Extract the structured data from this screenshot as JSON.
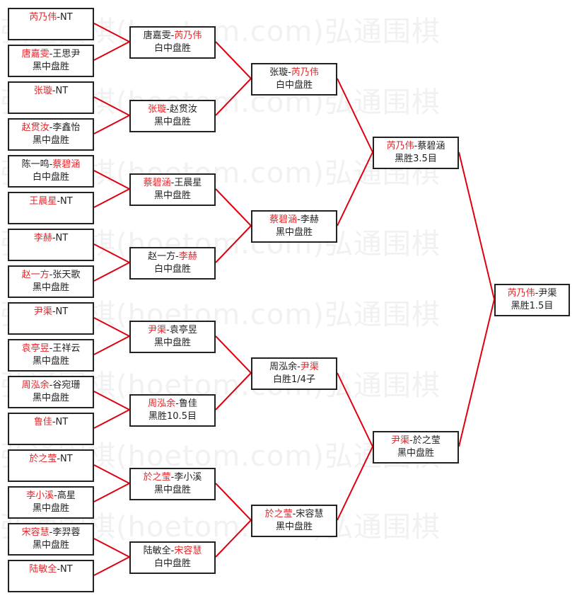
{
  "watermark": "弘通围棋(hoetom.com)弘通围棋",
  "line_color": "#e0000f",
  "highlight_color": "#e0262b",
  "rounds": [
    [
      {
        "line1": [
          {
            "t": "芮乃伟",
            "red": true
          },
          {
            "t": "-NT"
          }
        ],
        "line2": ""
      },
      {
        "line1": [
          {
            "t": "唐嘉雯",
            "red": true
          },
          {
            "t": "-王思尹"
          }
        ],
        "line2": "黑中盘胜"
      },
      {
        "line1": [
          {
            "t": "张璇",
            "red": true
          },
          {
            "t": "-NT"
          }
        ],
        "line2": ""
      },
      {
        "line1": [
          {
            "t": "赵贯汝",
            "red": true
          },
          {
            "t": "-李鑫怡"
          }
        ],
        "line2": "黑中盘胜"
      },
      {
        "line1": [
          {
            "t": "陈一鸣-"
          },
          {
            "t": "蔡碧涵",
            "red": true
          }
        ],
        "line2": "白中盘胜"
      },
      {
        "line1": [
          {
            "t": "王晨星",
            "red": true
          },
          {
            "t": "-NT"
          }
        ],
        "line2": ""
      },
      {
        "line1": [
          {
            "t": "李赫",
            "red": true
          },
          {
            "t": "-NT"
          }
        ],
        "line2": ""
      },
      {
        "line1": [
          {
            "t": "赵一方",
            "red": true
          },
          {
            "t": "-张天歌"
          }
        ],
        "line2": "黑中盘胜"
      },
      {
        "line1": [
          {
            "t": "尹渠",
            "red": true
          },
          {
            "t": "-NT"
          }
        ],
        "line2": ""
      },
      {
        "line1": [
          {
            "t": "袁亭昱",
            "red": true
          },
          {
            "t": "-王祥云"
          }
        ],
        "line2": "黑中盘胜"
      },
      {
        "line1": [
          {
            "t": "周泓余",
            "red": true
          },
          {
            "t": "-谷宛珊"
          }
        ],
        "line2": "黑中盘胜"
      },
      {
        "line1": [
          {
            "t": "鲁佳",
            "red": true
          },
          {
            "t": "-NT"
          }
        ],
        "line2": ""
      },
      {
        "line1": [
          {
            "t": "於之莹",
            "red": true
          },
          {
            "t": "-NT"
          }
        ],
        "line2": ""
      },
      {
        "line1": [
          {
            "t": "李小溪",
            "red": true
          },
          {
            "t": "-高星"
          }
        ],
        "line2": "黑中盘胜"
      },
      {
        "line1": [
          {
            "t": "宋容慧",
            "red": true
          },
          {
            "t": "-李羿蓉"
          }
        ],
        "line2": "黑中盘胜"
      },
      {
        "line1": [
          {
            "t": "陆敏全",
            "red": true
          },
          {
            "t": "-NT"
          }
        ],
        "line2": ""
      }
    ],
    [
      {
        "line1": [
          {
            "t": "唐嘉雯-"
          },
          {
            "t": "芮乃伟",
            "red": true
          }
        ],
        "line2": "白中盘胜"
      },
      {
        "line1": [
          {
            "t": "张璇",
            "red": true
          },
          {
            "t": "-赵贯汝"
          }
        ],
        "line2": "黑中盘胜"
      },
      {
        "line1": [
          {
            "t": "蔡碧涵",
            "red": true
          },
          {
            "t": "-王晨星"
          }
        ],
        "line2": "黑中盘胜"
      },
      {
        "line1": [
          {
            "t": "赵一方-"
          },
          {
            "t": "李赫",
            "red": true
          }
        ],
        "line2": "白中盘胜"
      },
      {
        "line1": [
          {
            "t": "尹渠",
            "red": true
          },
          {
            "t": "-袁亭昱"
          }
        ],
        "line2": "黑中盘胜"
      },
      {
        "line1": [
          {
            "t": "周泓余",
            "red": true
          },
          {
            "t": "-鲁佳"
          }
        ],
        "line2": "黑胜10.5目"
      },
      {
        "line1": [
          {
            "t": "於之莹",
            "red": true
          },
          {
            "t": "-李小溪"
          }
        ],
        "line2": "黑中盘胜"
      },
      {
        "line1": [
          {
            "t": "陆敏全-"
          },
          {
            "t": "宋容慧",
            "red": true
          }
        ],
        "line2": "白中盘胜"
      }
    ],
    [
      {
        "line1": [
          {
            "t": "张璇-"
          },
          {
            "t": "芮乃伟",
            "red": true
          }
        ],
        "line2": "白中盘胜"
      },
      {
        "line1": [
          {
            "t": "蔡碧涵",
            "red": true
          },
          {
            "t": "-李赫"
          }
        ],
        "line2": "黑中盘胜"
      },
      {
        "line1": [
          {
            "t": "周泓余-"
          },
          {
            "t": "尹渠",
            "red": true
          }
        ],
        "line2": "白胜1/4子"
      },
      {
        "line1": [
          {
            "t": "於之莹",
            "red": true
          },
          {
            "t": "-宋容慧"
          }
        ],
        "line2": "黑中盘胜"
      }
    ],
    [
      {
        "line1": [
          {
            "t": "芮乃伟",
            "red": true
          },
          {
            "t": "-蔡碧涵"
          }
        ],
        "line2": "黑胜3.5目"
      },
      {
        "line1": [
          {
            "t": "尹渠",
            "red": true
          },
          {
            "t": "-於之莹"
          }
        ],
        "line2": "黑中盘胜"
      }
    ],
    [
      {
        "line1": [
          {
            "t": "芮乃伟",
            "red": true
          },
          {
            "t": "-尹渠"
          }
        ],
        "line2": "黑胜1.5目"
      }
    ]
  ]
}
